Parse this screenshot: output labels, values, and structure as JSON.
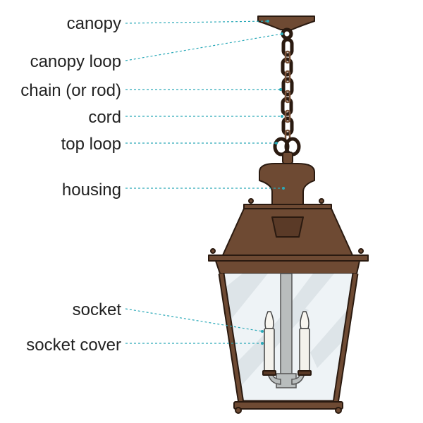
{
  "labels": {
    "canopy": "canopy",
    "canopy_loop": "canopy loop",
    "chain": "chain (or rod)",
    "cord": "cord",
    "top_loop": "top loop",
    "housing": "housing",
    "socket": "socket",
    "socket_cover": "socket cover"
  },
  "colors": {
    "leader": "#2aa9b8",
    "bronze": "#6e4a33",
    "outline": "#2a1a10",
    "glass": "#eef3f6"
  }
}
